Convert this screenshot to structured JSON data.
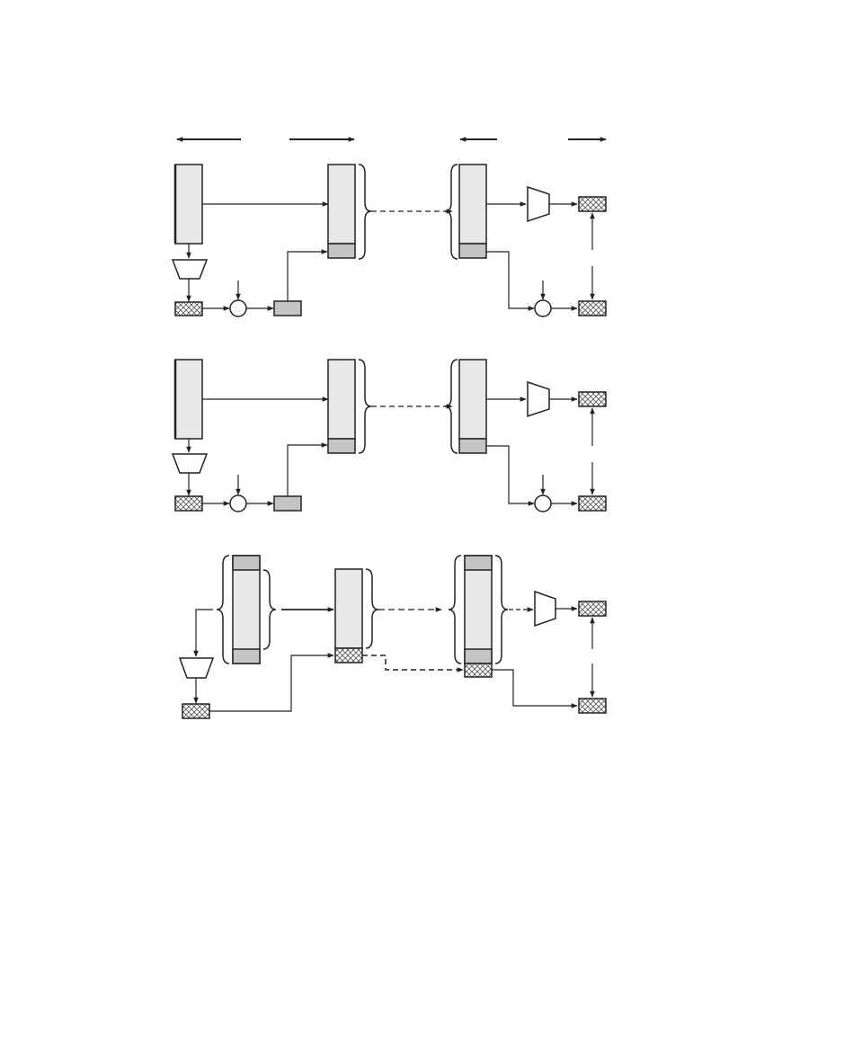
{
  "figure": {
    "panels": [
      {
        "id": "a"
      },
      {
        "id": "b"
      },
      {
        "id": "c"
      }
    ],
    "colors": {
      "block_fill": "#e8e8e8",
      "block_dark": "#c4c4c4",
      "stroke": "#222222",
      "hatch_line": "#555555",
      "background": "#ffffff"
    },
    "icons": [
      "arrow-left-icon",
      "arrow-right-icon",
      "trapezoid-icon",
      "circle-node-icon",
      "hatched-box-icon",
      "brace-icon"
    ]
  }
}
